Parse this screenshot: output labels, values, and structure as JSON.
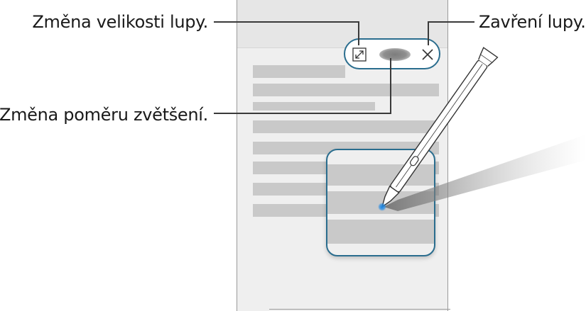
{
  "labels": {
    "resize": "Změna velikosti lupy.",
    "close": "Zavření lupy.",
    "ratio": "Změna poměru zvětšení."
  },
  "colors": {
    "accent": "#2a6d8e",
    "pen_tip": "#1e88e5"
  },
  "icons": {
    "resize": "resize-arrows-icon",
    "close": "close-x-icon",
    "pen": "s-pen-icon"
  }
}
